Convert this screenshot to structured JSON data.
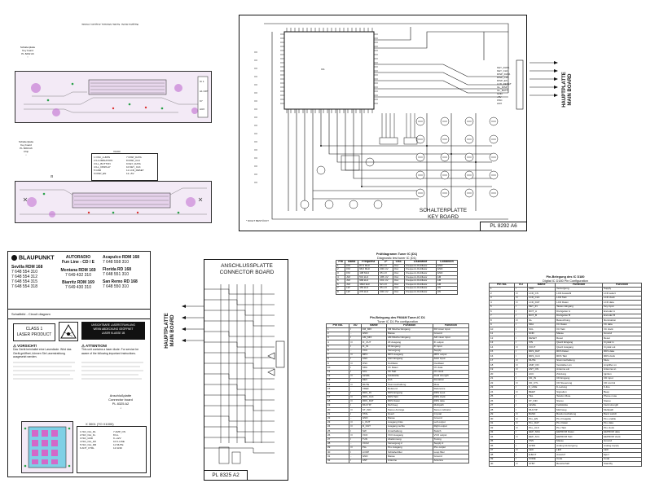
{
  "top_left": {
    "upside_title": "Baujahre Reihe: Sevilla, Montana, Acapulco, Florida",
    "board1": {
      "line1": "Schalterplatte",
      "line2": "Key board",
      "line3": "PL 8292 A6"
    },
    "board1_labels": [
      "IC 1",
      "A1 CRT",
      "K7",
      "AUX"
    ],
    "board2": {
      "line1": "Schalterplatte",
      "line2": "Key board",
      "line3": "PL 8293 A6",
      "line4": "Chip"
    },
    "connector_title": "X1000",
    "connector_pins": [
      "1 OSC_LUMIN",
      "2 ILLUMINATION",
      "3 ILL_BUTTON",
      "4 ILL_DISPLAY",
      "5 GND",
      "6 DISP_EN",
      "7 DISP_DATA",
      "8 DISP_CLK",
      "9 KEY_DATA",
      "10 KEY_CLK",
      "11 LCD_RESET",
      "12 +5V"
    ]
  },
  "key_board": {
    "title_line1": "SCHALTERPLATTE",
    "title_line2": "KEY BOARD",
    "plate_id": "PL 8292 A6",
    "side_line1": "HAUPTPLATTE",
    "side_line2": "MAIN BOARD",
    "ic_label": "IC1",
    "footnote": "* NICHT BESTÜCKT",
    "bus_signals": [
      "KEY_DATA",
      "KEY_CLK",
      "DISP_DATA",
      "DISP_CLK",
      "DISP_EN",
      "LCD_RESET",
      "ILL_DISP",
      "ILL_BUTT",
      "GND",
      "+5V",
      "OSC",
      "AUX"
    ]
  },
  "cover": {
    "brand": "BLAUPUNKT",
    "models_left": [
      {
        "name": "Sevilla RDM 168",
        "nums": [
          "7 648 554 310",
          "7 648 554 312",
          "7 648 554 315",
          "7 648 554 318"
        ]
      }
    ],
    "center_header": [
      "AUTORADIO",
      "Fun Line - CD / E"
    ],
    "models_center": [
      {
        "name": "Montana RDM 169",
        "nums": [
          "7 649 432 310"
        ]
      },
      {
        "name": "Biarritz RDM 169",
        "nums": [
          "7 649 430 310"
        ]
      }
    ],
    "models_right": [
      {
        "name": "Acapulco RDM 168",
        "nums": [
          "7 648 558 310"
        ]
      },
      {
        "name": "Florida RD 168",
        "nums": [
          "7 648 551 310"
        ]
      },
      {
        "name": "San Remo RD 168",
        "nums": [
          "7 648 550 310"
        ]
      }
    ],
    "schematic_title": "Schaltbild - Circuit diagram",
    "laser_class": [
      "CLASS 1",
      "LASER PRODUCT"
    ],
    "laser_warning": [
      "UNSICHTBARE LASERSTRAHLUNG",
      "WENN ABDECKUNG GEÖFFNET",
      "LASER KLASSE 1B"
    ],
    "vorsicht": "VORSICHT!",
    "vorsicht_text": "Das Gerät beinhaltet eine Laserdiode. Wird das Gerät geöffnet, können Sie Laserstrahlung ausgesetzt werden.",
    "attention": "ATTENTION!",
    "attention_text": "This unit contains a laser diode. For service be aware of the following important instructions.",
    "anschluss_line1": "Anschlußplatte",
    "anschluss_line2": "Connector board",
    "anschluss_line3": "PL 8325 A2",
    "conn_title": "X 3001 (TO X1000)",
    "conn_pins": [
      "1 ISO_Out_RL",
      "2 ISO_Out_FL",
      "3 ISO_GND",
      "4 ISO_Out_FR",
      "5 ISO_Out_RR",
      "6 ANT_CTRL",
      "7 AMP_ON",
      "8 ILL",
      "9 +12V",
      "10 K-LINE",
      "11 MUTE",
      "12 GND"
    ]
  },
  "connector_board": {
    "title_line1": "ANSCHLUSSPLATTE",
    "title_line2": "CONNECTOR BOARD",
    "side_line1": "HAUPTPLATTE",
    "side_line2": "MAIN BOARD",
    "plate_id": "PL 8325 A2"
  },
  "tuner_table_small": {
    "title": "Prüfdiagramm Tuner IC (D1)",
    "subtitle": "Diagnostic test tuner IC (D1)",
    "headers": [
      "Pin",
      "Band",
      "Frequenz",
      "Z*",
      "Osc.",
      "Oszillator",
      "Condition"
    ],
    "rows": [
      [
        "1",
        "FM",
        "87,5 MHz",
        "95 mV",
        "Osc",
        "Frequenz-Oszillator",
        "GND"
      ],
      [
        "2",
        "FM",
        "98,0 MHz",
        "200 mV",
        "Osc",
        "Frequenz-Oszillator",
        "GND"
      ],
      [
        "3",
        "FM",
        "108 MHz",
        "95 mV",
        "Osc",
        "Frequenz-Oszillator",
        "GND"
      ],
      [
        "4",
        "AM",
        "531 kHz",
        "195 mV",
        "Osc",
        "Frequenz-Oszillator",
        "AM"
      ],
      [
        "5",
        "AM",
        "999 kHz",
        "201 mV",
        "Osc",
        "Frequenz-Oszillator",
        "AM"
      ],
      [
        "6",
        "AM",
        "1602 kHz",
        "92 mV",
        "Osc",
        "Frequenz-Oszillator",
        "AM"
      ],
      [
        "7",
        "LW",
        "153 kHz",
        "95 mV",
        "Osc",
        "Frequenz-Oszillator",
        "LW"
      ],
      [
        "8",
        "LW",
        "279 kHz",
        "200 mV",
        "Osc",
        "Frequenz-Oszillator",
        "LW"
      ]
    ]
  },
  "tuner_table": {
    "title": "Pin-Belegung des FM/AM Tuner-IC D1",
    "subtitle": "Tuner IC D1 Pin configuration",
    "headers": [
      "Pin No.",
      "I/O",
      "Name",
      "Funktion",
      "Function"
    ],
    "rows": [
      [
        "1",
        "I",
        "FM_MIX",
        "FM Mischer Eingang",
        "FM mixer input"
      ],
      [
        "2",
        "-",
        "GND",
        "Masse",
        "Ground"
      ],
      [
        "3",
        "I",
        "AM_MIX",
        "AM Mischer Eingang",
        "AM mixer input"
      ],
      [
        "4",
        "O",
        "IF_OUT",
        "ZF Ausgang",
        "IF output"
      ],
      [
        "5",
        "I",
        "IF_IN",
        "ZF Eingang",
        "IF input"
      ],
      [
        "6",
        "-",
        "VCC",
        "Versorgung",
        "Supply"
      ],
      [
        "7",
        "O",
        "MPX",
        "MPX Ausgang",
        "MPX output"
      ],
      [
        "8",
        "I",
        "AGC",
        "AGC Eingang",
        "AGC input"
      ],
      [
        "9",
        "O",
        "OSC",
        "Oszillator",
        "Oscillator"
      ],
      [
        "10",
        "I",
        "SDA",
        "I²C Daten",
        "I²C data"
      ],
      [
        "11",
        "I",
        "SCL",
        "I²C Takt",
        "I²C clock"
      ],
      [
        "12",
        "O",
        "LEVEL",
        "Feldstärke",
        "Field strength"
      ],
      [
        "13",
        "I",
        "DEV",
        "Hub",
        "Deviation"
      ],
      [
        "14",
        "O",
        "MUTE",
        "Stummschaltung",
        "Mute"
      ],
      [
        "15",
        "-",
        "VREF",
        "Referenz",
        "Reference"
      ],
      [
        "16",
        "I",
        "RDS_IN",
        "RDS Eingang",
        "RDS input"
      ],
      [
        "17",
        "O",
        "RDS_CLK",
        "RDS Takt",
        "RDS clock"
      ],
      [
        "18",
        "O",
        "RDS_DAT",
        "RDS Daten",
        "RDS data"
      ],
      [
        "19",
        "I",
        "MULTIP",
        "Mehrweg",
        "Multipath"
      ],
      [
        "20",
        "O",
        "ST_IND",
        "Stereo Anzeige",
        "Stereo indicator"
      ],
      [
        "21",
        "I",
        "XTAL",
        "Quarz",
        "Crystal"
      ],
      [
        "22",
        "-",
        "GND",
        "Masse",
        "Ground"
      ],
      [
        "23",
        "O",
        "L_OUT",
        "Ausgang links",
        "Left output"
      ],
      [
        "24",
        "O",
        "R_OUT",
        "Ausgang rechts",
        "Right output"
      ],
      [
        "25",
        "I",
        "SW",
        "Umschaltung",
        "Switch"
      ],
      [
        "26",
        "O",
        "VCO",
        "VCO Ausgang",
        "VCO output"
      ],
      [
        "27",
        "I",
        "TUN",
        "Abstimmung",
        "Tuning"
      ],
      [
        "28",
        "-",
        "VCC2",
        "Versorgung 2",
        "Supply 2"
      ],
      [
        "29",
        "O",
        "PLL",
        "PLL Ausgang",
        "PLL output"
      ],
      [
        "30",
        "I",
        "LOOP",
        "Schleifenfilter",
        "Loop filter"
      ],
      [
        "31",
        "-",
        "GND",
        "Masse",
        "Ground"
      ],
      [
        "32",
        "I",
        "ANT",
        "Antenne",
        "Antenna"
      ]
    ]
  },
  "ic_table": {
    "title": "Pin-Belegung des IC D180",
    "subtitle": "Digital IC D180 Pin Configuration",
    "headers": [
      "Pin No.",
      "I/O",
      "Name",
      "Funktion",
      "Function"
    ],
    "rows": [
      [
        "1",
        "I",
        "VDD",
        "Versorgung",
        "Supply"
      ],
      [
        "2",
        "O",
        "LCD_CS",
        "LCD Auswahl",
        "LCD select"
      ],
      [
        "3",
        "O",
        "LCD_CLK",
        "LCD Takt",
        "LCD clock"
      ],
      [
        "4",
        "O",
        "LCD_DAT",
        "LCD Daten",
        "LCD data"
      ],
      [
        "5",
        "I",
        "KEY_IN",
        "Tasten Eingang",
        "Key input"
      ],
      [
        "6",
        "I",
        "ROT_A",
        "Drehgeber A",
        "Encoder A"
      ],
      [
        "7",
        "I",
        "ROT_B",
        "Drehgeber B",
        "Encoder B"
      ],
      [
        "8",
        "O",
        "ILL",
        "Beleuchtung",
        "Illumination"
      ],
      [
        "9",
        "I",
        "SDA",
        "I²C Daten",
        "I²C data"
      ],
      [
        "10",
        "I",
        "SCL",
        "I²C Takt",
        "I²C clock"
      ],
      [
        "11",
        "-",
        "GND",
        "Masse",
        "Ground"
      ],
      [
        "12",
        "I",
        "RESET",
        "Reset",
        "Reset"
      ],
      [
        "13",
        "I",
        "XIN",
        "Quarz Eingang",
        "Crystal in"
      ],
      [
        "14",
        "O",
        "XOUT",
        "Quarz Ausgang",
        "Crystal out"
      ],
      [
        "15",
        "I",
        "RDS_DAT",
        "RDS Daten",
        "RDS data"
      ],
      [
        "16",
        "I",
        "RDS_CLK",
        "RDS Takt",
        "RDS clock"
      ],
      [
        "17",
        "O",
        "MUTE",
        "Stummschaltung",
        "Mute"
      ],
      [
        "18",
        "O",
        "AMP_ON",
        "Verstärker ein",
        "Amplifier on"
      ],
      [
        "19",
        "O",
        "ANT_ON",
        "Antenne ein",
        "Antenna on"
      ],
      [
        "20",
        "I",
        "ACC",
        "Zündung",
        "Ignition"
      ],
      [
        "21",
        "I",
        "CD_IN",
        "CD Eingang",
        "CD input"
      ],
      [
        "22",
        "O",
        "CD_CTL",
        "CD Steuerung",
        "CD control"
      ],
      [
        "23",
        "I",
        "K_LINE",
        "K-Leitung",
        "K-line"
      ],
      [
        "24",
        "O",
        "BEEP",
        "Signalton",
        "Beep"
      ],
      [
        "25",
        "I",
        "TEL",
        "Telefon Mute",
        "Phone mute"
      ],
      [
        "26",
        "I",
        "ST_IND",
        "Stereo",
        "Stereo"
      ],
      [
        "27",
        "I",
        "LEVEL",
        "Feldstärke",
        "Field strength"
      ],
      [
        "28",
        "I",
        "MULTIP",
        "Mehrweg",
        "Multipath"
      ],
      [
        "29",
        "O",
        "BAND",
        "Bandumschaltung",
        "Band switch"
      ],
      [
        "30",
        "O",
        "PLL_EN",
        "PLL Freigabe",
        "PLL enable"
      ],
      [
        "31",
        "O",
        "PLL_DAT",
        "PLL Daten",
        "PLL data"
      ],
      [
        "32",
        "O",
        "PLL_CLK",
        "PLL Takt",
        "PLL clock"
      ],
      [
        "33",
        "I",
        "EEP_SDA",
        "EEPROM Daten",
        "EEPROM data"
      ],
      [
        "34",
        "O",
        "EEP_SCL",
        "EEPROM Takt",
        "EEPROM clock"
      ],
      [
        "35",
        "-",
        "VSS",
        "Masse",
        "Ground"
      ],
      [
        "36",
        "I",
        "AVDD",
        "Analog Versorgung",
        "Analog supply"
      ],
      [
        "37",
        "O",
        "LED",
        "LED",
        "LED"
      ],
      [
        "38",
        "I",
        "EJECT",
        "Auswurf",
        "Eject"
      ],
      [
        "39",
        "I",
        "CODE",
        "Code",
        "Code"
      ],
      [
        "40",
        "O",
        "STBY",
        "Bereitschaft",
        "Standby"
      ]
    ]
  }
}
